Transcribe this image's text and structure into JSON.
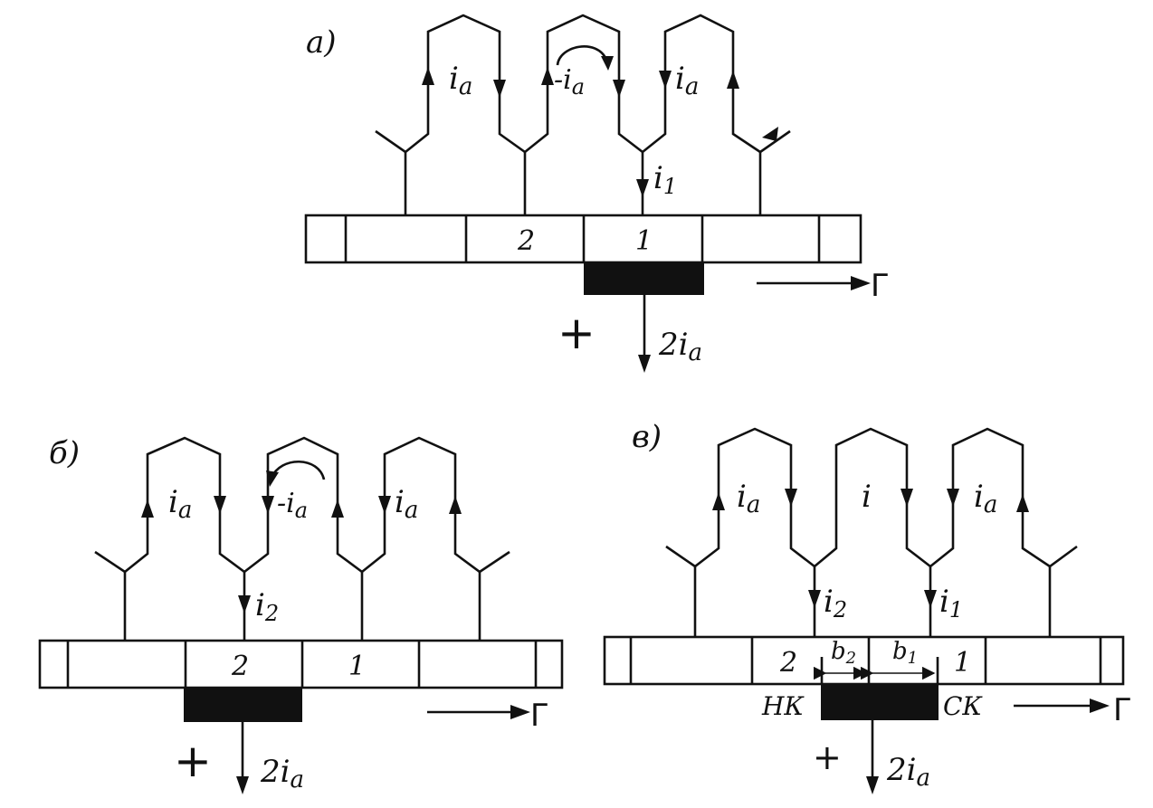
{
  "panels": {
    "a": {
      "letter": "а)",
      "loops": [
        {
          "current": "i",
          "sub": "a"
        },
        {
          "current": "-i",
          "sub": "a"
        },
        {
          "current": "i",
          "sub": "a"
        }
      ],
      "tap_current": {
        "current": "i",
        "sub": "1"
      },
      "seg_left": "2",
      "seg_right": "1",
      "plus": "+",
      "output": {
        "current": "2i",
        "sub": "a"
      },
      "direction": "Г"
    },
    "b": {
      "letter": "б)",
      "loops": [
        {
          "current": "i",
          "sub": "a"
        },
        {
          "current": "-i",
          "sub": "a"
        },
        {
          "current": "i",
          "sub": "a"
        }
      ],
      "tap_current": {
        "current": "i",
        "sub": "2"
      },
      "seg_left": "2",
      "seg_right": "1",
      "plus": "+",
      "output": {
        "current": "2i",
        "sub": "a"
      },
      "direction": "Г"
    },
    "c": {
      "letter": "в)",
      "loops": [
        {
          "current": "i",
          "sub": "a"
        },
        {
          "current": "i",
          "sub": ""
        },
        {
          "current": "i",
          "sub": "a"
        }
      ],
      "tap_left": {
        "current": "i",
        "sub": "2"
      },
      "tap_right": {
        "current": "i",
        "sub": "1"
      },
      "seg_left": "2",
      "seg_right": "1",
      "b_left": {
        "current": "b",
        "sub": "2"
      },
      "b_right": {
        "current": "b",
        "sub": "1"
      },
      "edge_left": "НК",
      "edge_right": "СК",
      "plus": "+",
      "output": {
        "current": "2i",
        "sub": "a"
      },
      "direction": "Г"
    }
  }
}
